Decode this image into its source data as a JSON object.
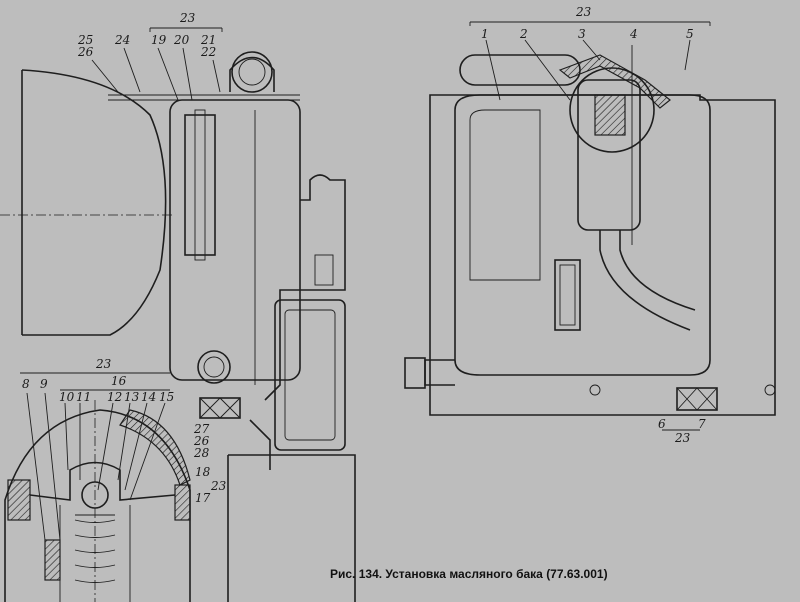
{
  "figure": {
    "caption": "Рис. 134. Установка масляного бака (77.63.001)",
    "left_view_labels": {
      "group": "23",
      "l25": "25",
      "l26": "26",
      "l24": "24",
      "l19": "19",
      "l20": "20",
      "l21": "21",
      "l22": "22"
    },
    "right_view_labels": {
      "group": "23",
      "l1": "1",
      "l2": "2",
      "l3": "3",
      "l4": "4",
      "l5": "5",
      "l6": "6",
      "l7": "7",
      "group_bottom": "23"
    },
    "detail_labels": {
      "group": "23",
      "l8": "8",
      "l9": "9",
      "l16": "16",
      "l10": "10",
      "l11": "11",
      "l12": "12",
      "l13": "13",
      "l14": "14",
      "l15": "15",
      "l27": "27",
      "l26": "26",
      "l28": "28",
      "l18": "18",
      "group_side": "23",
      "l17": "17"
    }
  }
}
